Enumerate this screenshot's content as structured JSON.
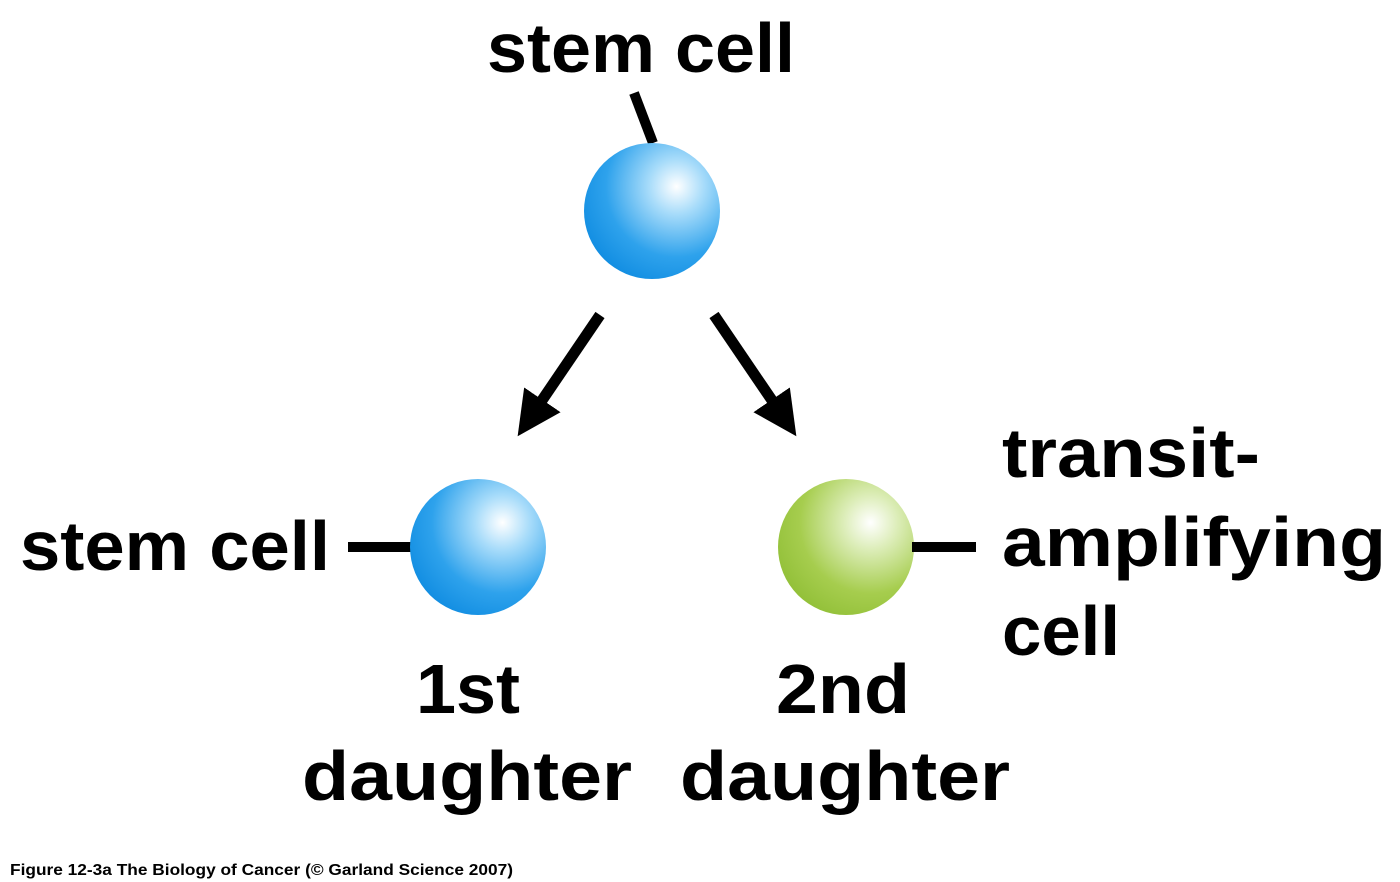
{
  "labels": {
    "top_stem_cell": "stem cell",
    "left_stem_cell": "stem cell",
    "transit_line1": "transit-",
    "transit_line2": "amplifying",
    "transit_line3": "cell",
    "first_line1": "1st",
    "first_line2": "daughter",
    "second_line1": "2nd",
    "second_line2": "daughter"
  },
  "caption": "Figure 12-3a  The Biology of Cancer (© Garland Science 2007)",
  "colors": {
    "stem_cell": "#1a95e6",
    "transit_cell": "#9cc63c",
    "ink": "#000000"
  }
}
